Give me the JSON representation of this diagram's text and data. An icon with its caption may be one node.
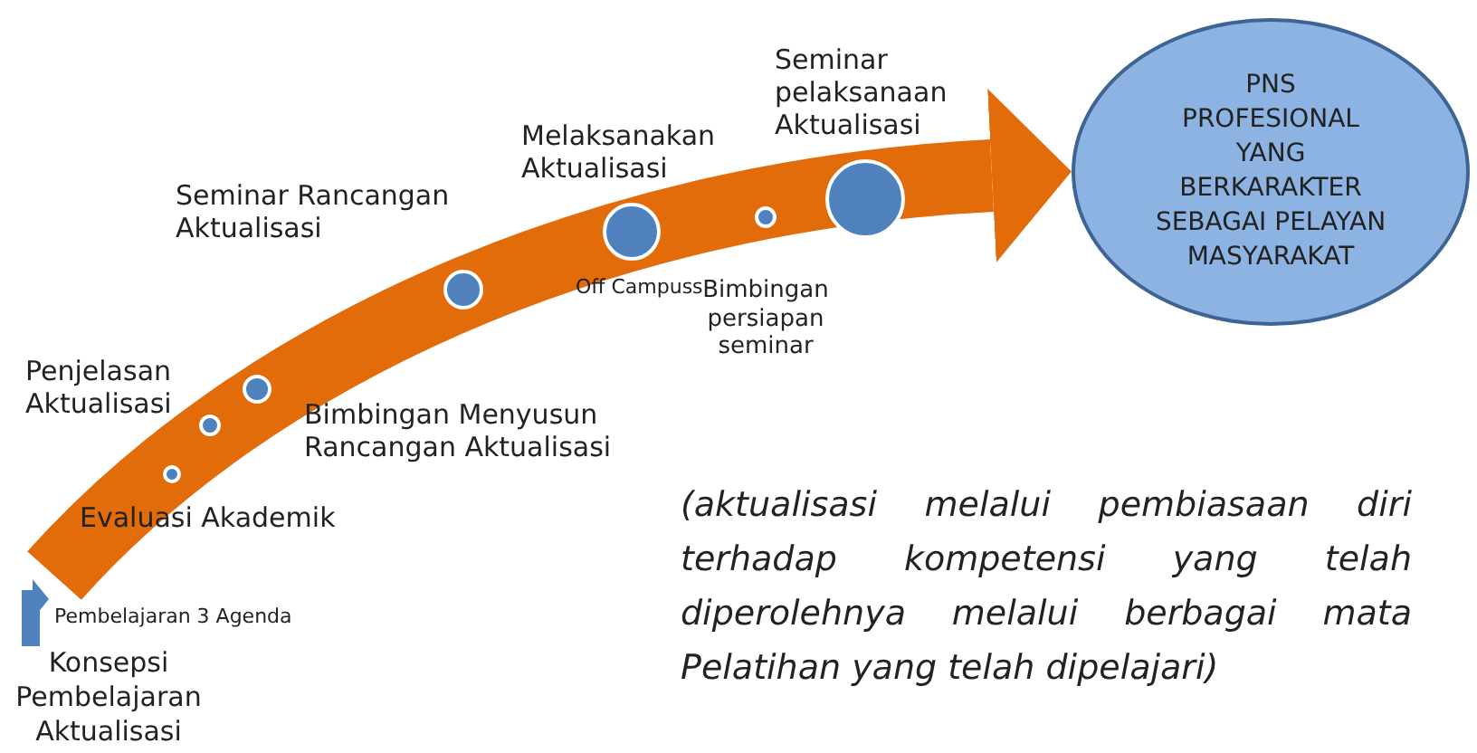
{
  "diagram": {
    "nodes": [
      {
        "text": [
          "Konsepsi Pembelajaran Aktualisasi"
        ]
      },
      {
        "text": [],
        "shape": "circle",
        "beside": [
          "Evaluasi Akademik"
        ]
      },
      {
        "text": [],
        "shape": "circle",
        "beside": [
          "Penjelasan Aktualisasi"
        ]
      },
      {
        "text": [],
        "shape": "circle",
        "beside": [
          "Bimbingan Menyusun Rancangan Aktualisasi"
        ]
      },
      {
        "text": [],
        "shape": "circle",
        "beside": [
          "Seminar Rancangan Aktualisasi"
        ]
      },
      {
        "text": [],
        "shape": "circle",
        "beside": [
          "Melaksanakan Aktualisasi",
          "Off Campuss"
        ]
      },
      {
        "text": [],
        "shape": "circle",
        "beside": [
          "Bimbingan persiapan seminar"
        ]
      },
      {
        "text": [],
        "shape": "circle",
        "beside": [
          "Seminar pelaksanaan Aktualisasi"
        ]
      },
      {
        "text": [
          "PNS PROFESIONAL YANG BERKARAKTER SEBAGAI PELAYAN MASYARAKAT"
        ]
      }
    ],
    "edges": [
      {
        "from": null,
        "to": 8,
        "arrow": "to",
        "color": "#e36c0a"
      }
    ],
    "labels": [
      "Pembelajaran 3 Agenda",
      "(aktualisasi melalui pembiasaan diri terhadap kompetensi yang telah diperolehnya melalui berbagai mata Pelatihan yang telah dipelajari)"
    ]
  }
}
